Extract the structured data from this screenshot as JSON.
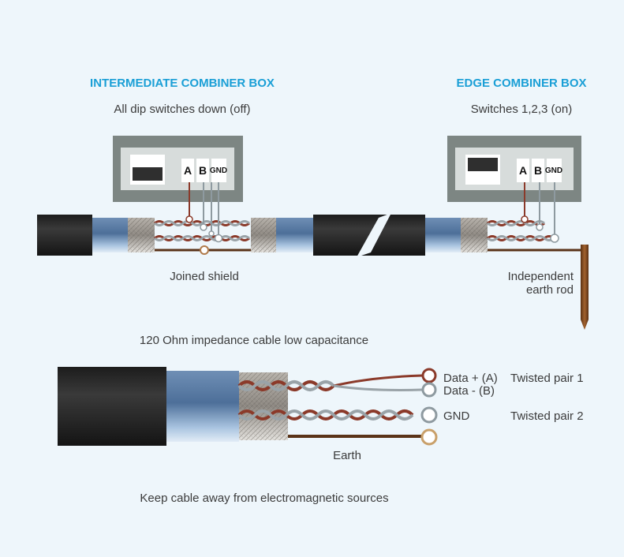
{
  "boxes": {
    "intermediate": {
      "title": "INTERMEDIATE COMBINER BOX",
      "subtitle": "All dip switches down (off)",
      "pins": [
        "A",
        "B",
        "GND"
      ]
    },
    "edge": {
      "title": "EDGE COMBINER BOX",
      "subtitle": "Switches 1,2,3 (on)",
      "pins": [
        "A",
        "B",
        "GND"
      ]
    }
  },
  "labels": {
    "joined_shield": "Joined shield",
    "earth_rod_1": "Independent",
    "earth_rod_2": "earth rod",
    "cable_spec": "120 Ohm impedance cable low capacitance",
    "data_plus": "Data + (A)",
    "data_minus": "Data -  (B)",
    "gnd": "GND",
    "earth": "Earth",
    "pair1": "Twisted pair 1",
    "pair2": "Twisted pair 2",
    "footer": "Keep cable away from electromagnetic sources"
  },
  "colors": {
    "background": "#eef6fb",
    "title_blue": "#1a9fd6",
    "cable_black": "#2a2a2a",
    "wire_brown": "#8b3a2a",
    "wire_grey": "#8e9aa0",
    "box_grey": "#7d8683"
  }
}
